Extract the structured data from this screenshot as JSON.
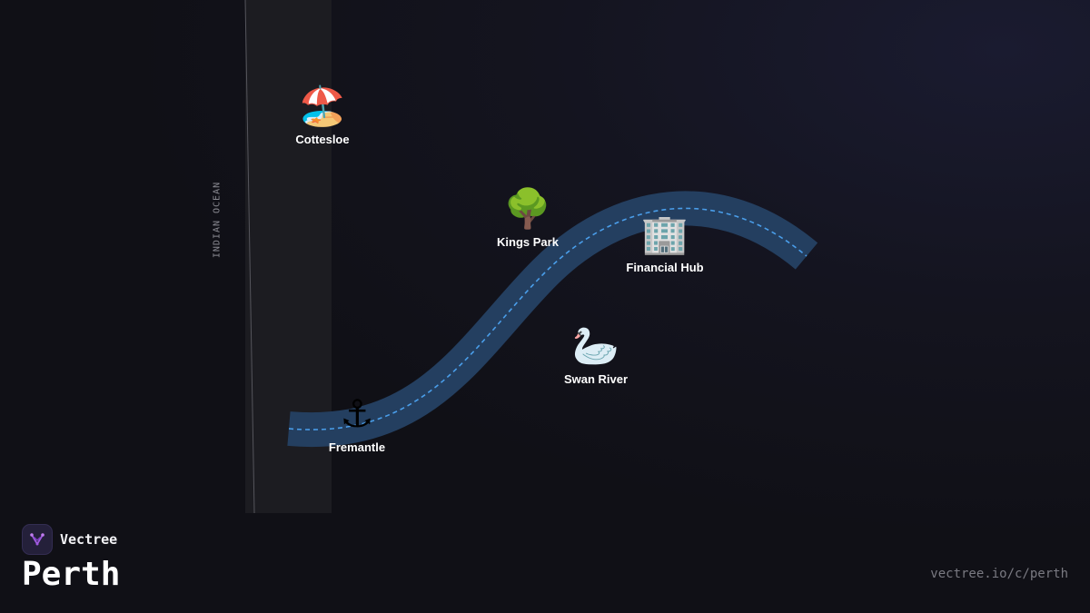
{
  "map": {
    "ocean_label": "INDIAN OCEAN",
    "colors": {
      "background": "#101016",
      "coast_strip": "#1c1c21",
      "river": "#243f60",
      "river_line": "#4a9eea"
    },
    "landmarks": [
      {
        "id": "cottesloe",
        "name": "Cottesloe",
        "icon": "beach-umbrella-icon",
        "glyph": "🏖️"
      },
      {
        "id": "kings-park",
        "name": "Kings Park",
        "icon": "tree-icon",
        "glyph": "🌳"
      },
      {
        "id": "financial-hub",
        "name": "Financial Hub",
        "icon": "office-building-icon",
        "glyph": "🏢"
      },
      {
        "id": "swan-river",
        "name": "Swan River",
        "icon": "swan-icon",
        "glyph": "🦢"
      },
      {
        "id": "fremantle",
        "name": "Fremantle",
        "icon": "anchor-icon",
        "glyph": "⚓"
      }
    ]
  },
  "brand": {
    "name": "Vectree",
    "logo_icon": "vectree-logo-icon",
    "accent": "#a05ae0"
  },
  "city": {
    "title": "Perth"
  },
  "footer": {
    "url": "vectree.io/c/perth"
  }
}
